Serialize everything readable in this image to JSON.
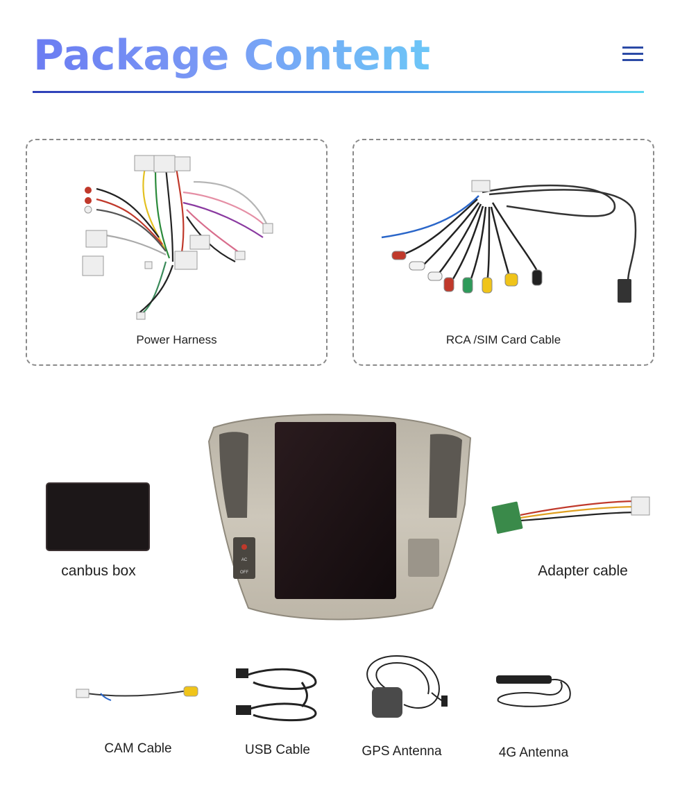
{
  "header": {
    "title": "Package Content",
    "menu_icon": "hamburger-menu-icon"
  },
  "colors": {
    "title_start": "#6b7cf2",
    "title_end": "#6cc6f7",
    "rule_start": "#2f3fb7",
    "rule_end": "#5ad7f0",
    "menu": "#2b4aa6"
  },
  "items": {
    "power_harness": "Power Harness",
    "rca_sim_cable": "RCA /SIM Card Cable",
    "canbus_box": "canbus box",
    "adapter_cable": "Adapter cable",
    "cam_cable": "CAM Cable",
    "usb_cable": "USB Cable",
    "gps_antenna": "GPS Antenna",
    "antenna_4g": "4G Antenna"
  },
  "head_unit": {
    "buttons": [
      "AC",
      "OFF"
    ]
  }
}
